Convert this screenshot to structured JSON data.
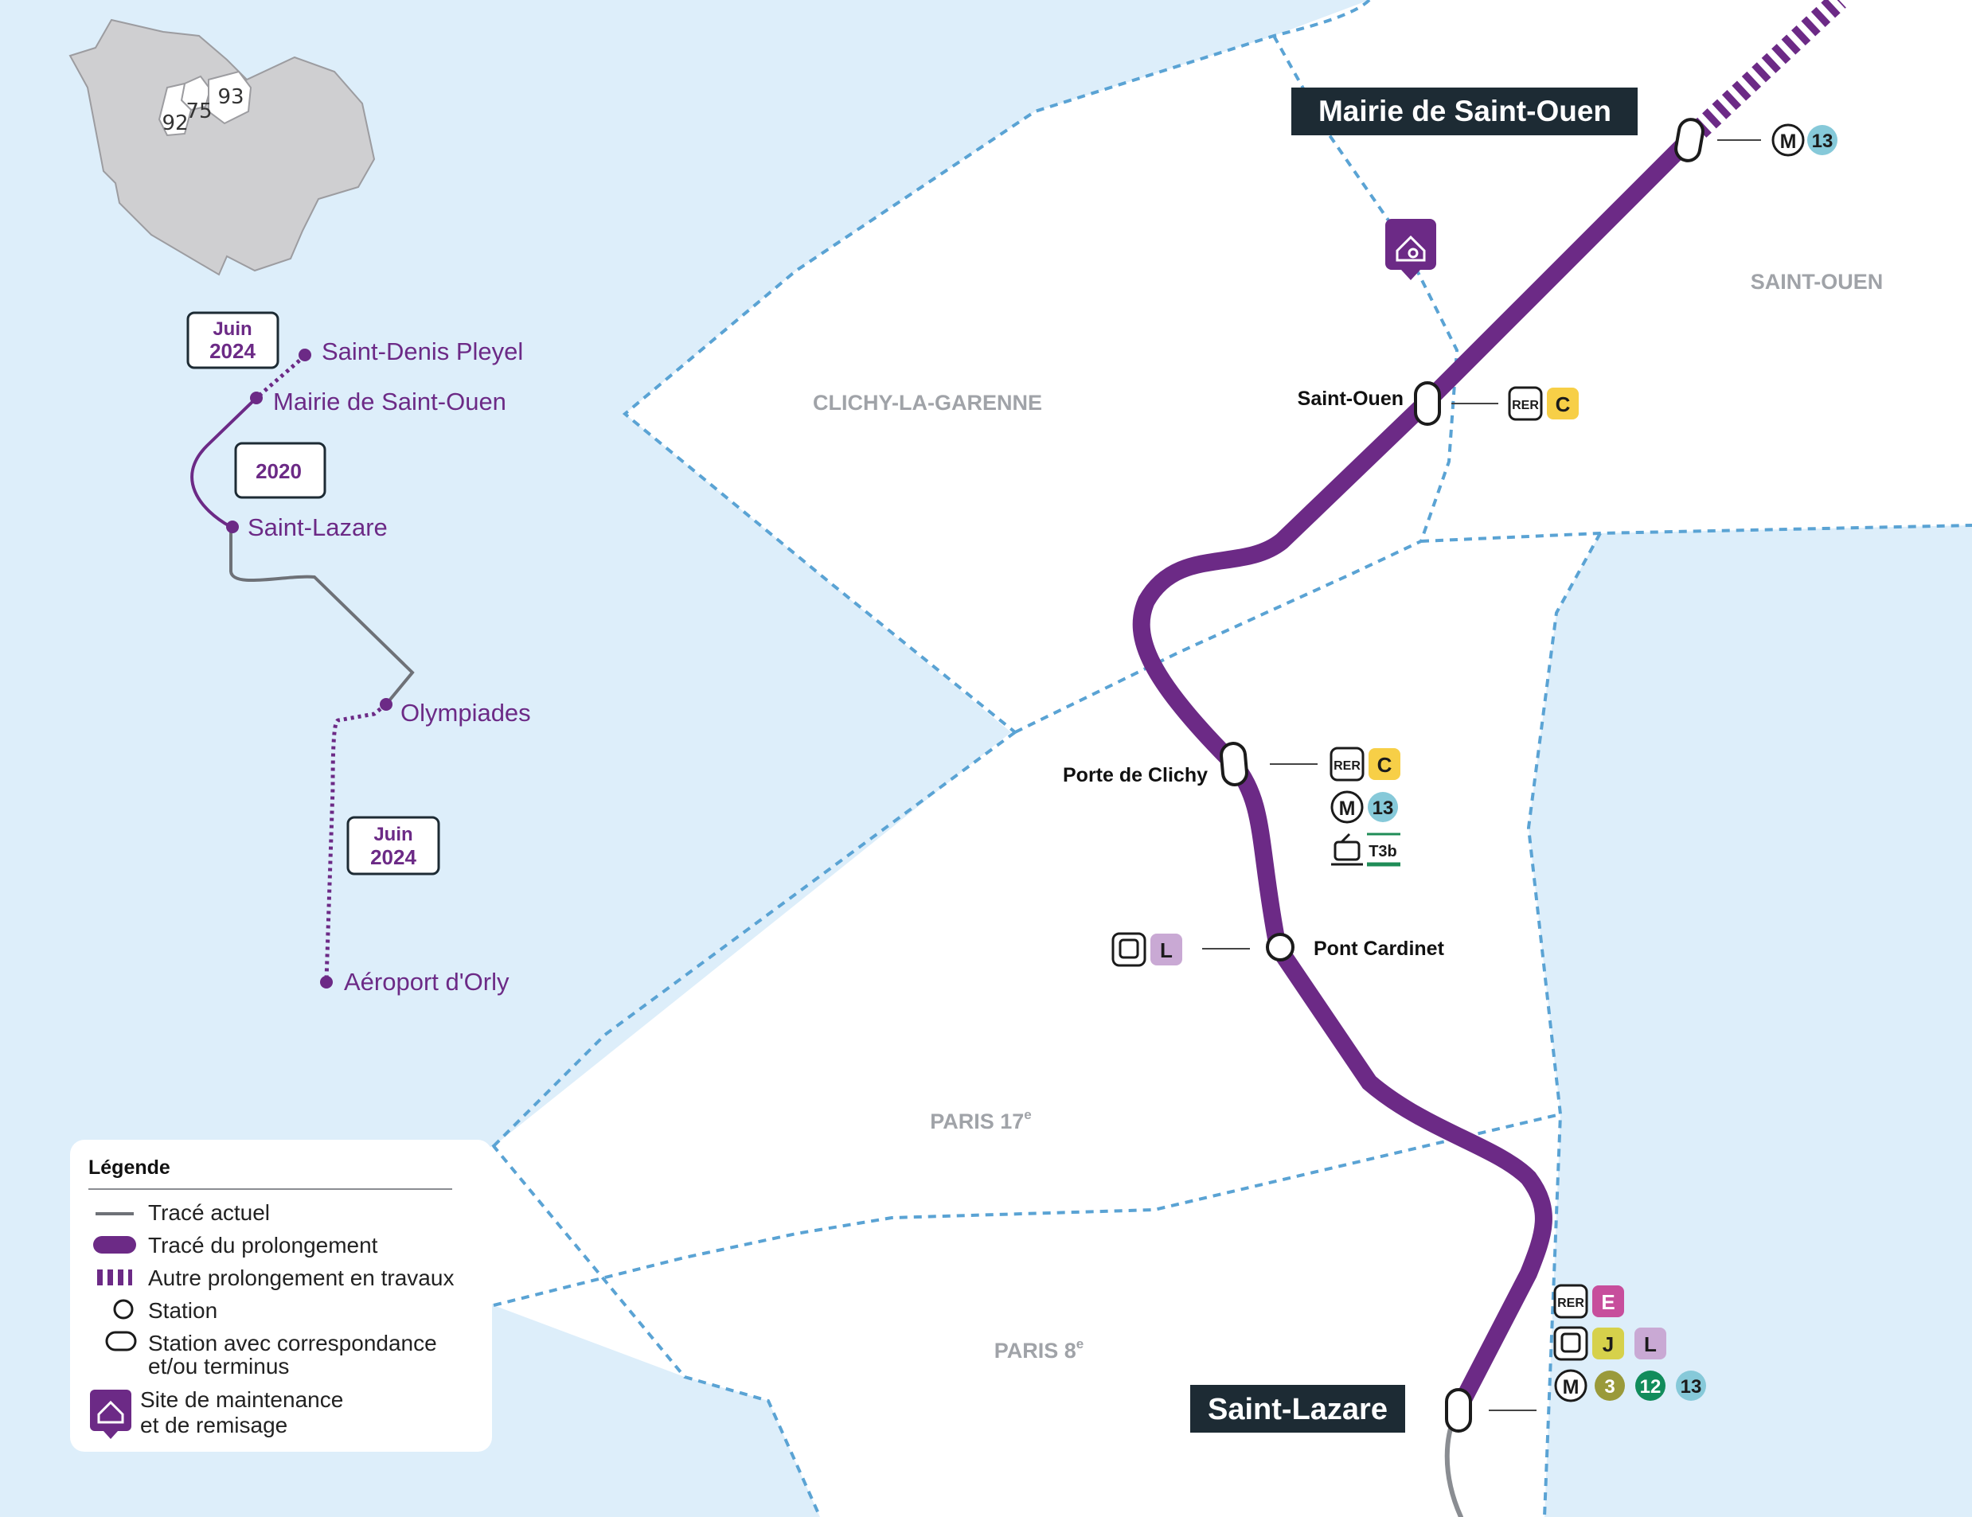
{
  "map": {
    "areas": {
      "clichy": "CLICHY-LA-GARENNE",
      "saint_ouen": "SAINT-OUEN",
      "paris17": "PARIS 17",
      "paris17_sup": "e",
      "paris8": "PARIS 8",
      "paris8_sup": "e"
    },
    "stations": {
      "mairie_saint_ouen": "Mairie de Saint-Ouen",
      "saint_ouen": "Saint-Ouen",
      "porte_de_clichy": "Porte de Clichy",
      "pont_cardinet": "Pont Cardinet",
      "saint_lazare": "Saint-Lazare"
    },
    "connections": {
      "mairie_saint_ouen": {
        "metro": [
          "13"
        ]
      },
      "saint_ouen": {
        "rer": [
          "C"
        ]
      },
      "porte_de_clichy": {
        "rer": [
          "C"
        ],
        "metro": [
          "13"
        ],
        "tram": [
          "T3b"
        ]
      },
      "pont_cardinet": {
        "train": [
          "L"
        ]
      },
      "saint_lazare": {
        "rer": [
          "E"
        ],
        "train": [
          "J",
          "L"
        ],
        "metro": [
          "3",
          "12",
          "13"
        ]
      }
    },
    "mode_labels": {
      "rer": "RER",
      "metro": "M"
    },
    "colors": {
      "line14": "#6c2a86",
      "water_bg": "#ddeefa",
      "land": "#ffffff",
      "boundary": "#5aa3d4",
      "rer_c": "#f7cf47",
      "rer_e": "#c74e9c",
      "metro_13": "#86c9d9",
      "metro_3": "#9a9a3a",
      "metro_12": "#118c5b",
      "train_j": "#d6d14b",
      "train_l": "#c9a9d4",
      "tram_t3b": "#1f8c57"
    }
  },
  "inset": {
    "departments": [
      "92",
      "75",
      "93"
    ]
  },
  "schematic": {
    "stations": [
      "Saint-Denis Pleyel",
      "Mairie de Saint-Ouen",
      "Saint-Lazare",
      "Olympiades",
      "Aéroport d'Orly"
    ],
    "dates": {
      "north": [
        "Juin",
        "2024"
      ],
      "middle": "2020",
      "south": [
        "Juin",
        "2024"
      ]
    }
  },
  "legend": {
    "title": "Légende",
    "items": [
      "Tracé actuel",
      "Tracé du prolongement",
      "Autre prolongement en travaux",
      "Station"
    ],
    "interchange": [
      "Station avec correspondance",
      "et/ou terminus"
    ],
    "depot": [
      "Site de maintenance",
      "et de remisage"
    ]
  }
}
